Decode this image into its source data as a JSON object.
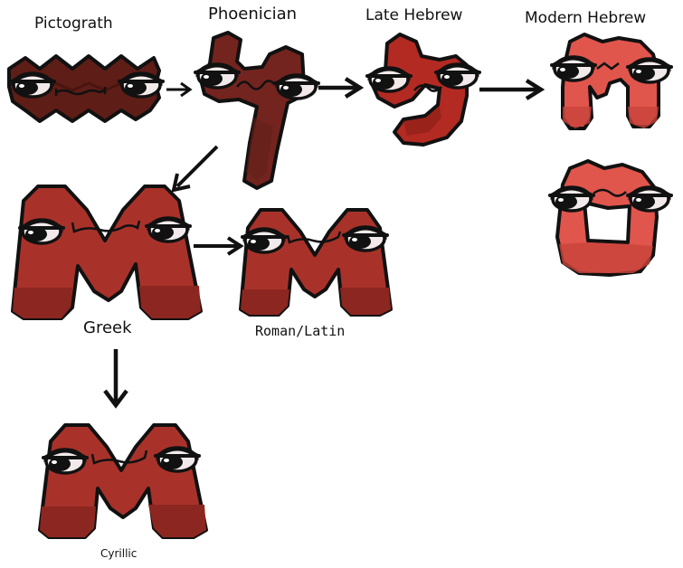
{
  "labels": {
    "pictograph": "Pictograth",
    "phoenician": "Phoenician",
    "late_hebrew": "Late Hebrew",
    "modern_hebrew": "Modern Hebrew",
    "greek": "Greek",
    "roman_latin": "Roman/Latin",
    "cyrillic": "Cyrillic"
  },
  "colors": {
    "pictograph": "#5e1d17",
    "phoenician": "#73241e",
    "late_hebrew": "#b22a22",
    "modern_hebrew": "#e0554c",
    "greek": "#a8322a",
    "roman_latin": "#a8322a",
    "cyrillic": "#a8322a",
    "outline": "#111111",
    "arrow": "#111111"
  }
}
